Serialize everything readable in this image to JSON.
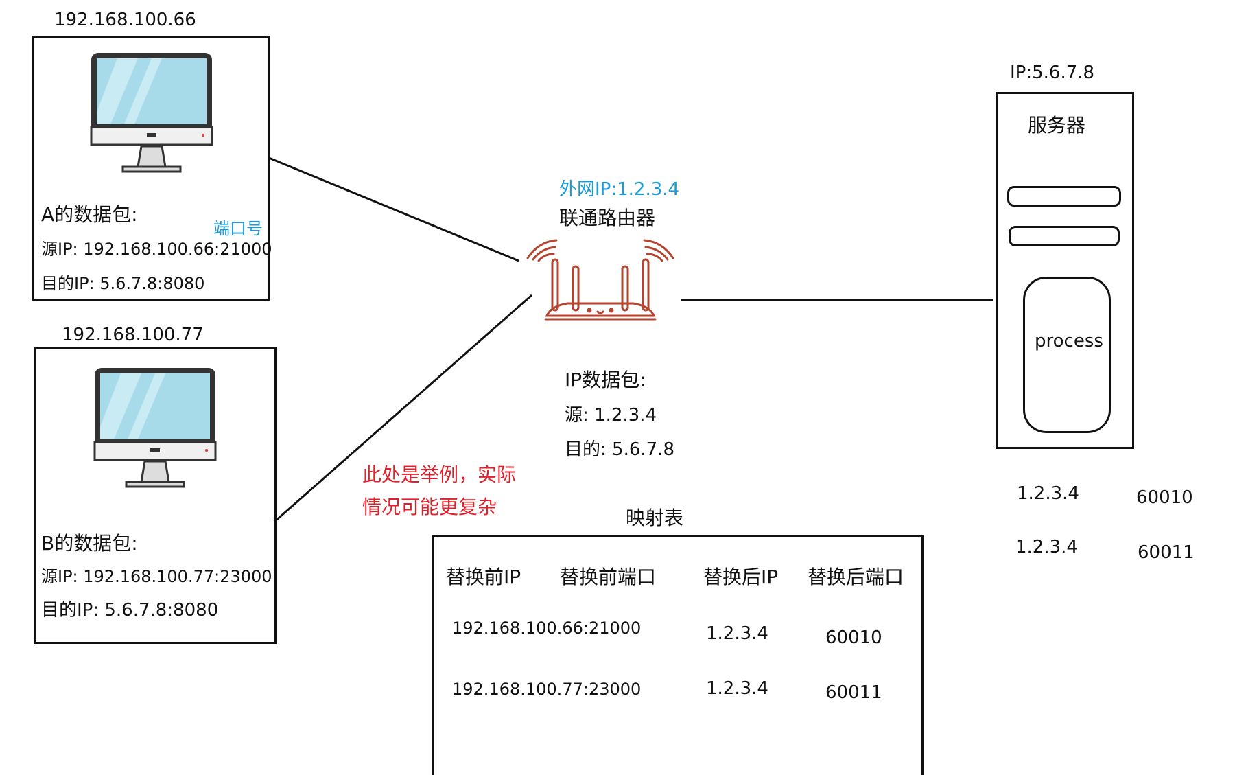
{
  "colors": {
    "accent_blue": "#1a9ad6",
    "note_red": "#e0202a",
    "router_stroke": "#b5442e",
    "line": "#111111"
  },
  "hostA": {
    "ip": "192.168.100.66",
    "packet_title": "A的数据包:",
    "src": "源IP:  192.168.100.66:21000",
    "dst": "目的IP: 5.6.7.8:8080",
    "port_label": "端口号",
    "icon": "monitor-icon"
  },
  "hostB": {
    "ip": "192.168.100.77",
    "packet_title": "B的数据包:",
    "src": "源IP:  192.168.100.77:23000",
    "dst": "目的IP: 5.6.7.8:8080",
    "icon": "monitor-icon"
  },
  "router": {
    "external_ip": "外网IP:1.2.3.4",
    "name": "联通路由器",
    "packet_title": "IP数据包:",
    "src": "源:  1.2.3.4",
    "dst": "目的:  5.6.7.8",
    "icon": "router-icon"
  },
  "note": {
    "line1": "此处是举例，实际",
    "line2": "情况可能更复杂"
  },
  "server": {
    "ip": "IP:5.6.7.8",
    "title": "服务器",
    "process": "process",
    "conns": [
      {
        "ip": "1.2.3.4",
        "port": "60010"
      },
      {
        "ip": "1.2.3.4",
        "port": "60011"
      }
    ]
  },
  "mapping": {
    "title": "映射表",
    "headers": [
      "替换前IP",
      "替换前端口",
      "替换后IP",
      "替换后端口"
    ],
    "rows": [
      {
        "before": "192.168.100.66:21000",
        "after_ip": "1.2.3.4",
        "after_port": "60010"
      },
      {
        "before": "192.168.100.77:23000",
        "after_ip": "1.2.3.4",
        "after_port": "60011"
      }
    ]
  }
}
